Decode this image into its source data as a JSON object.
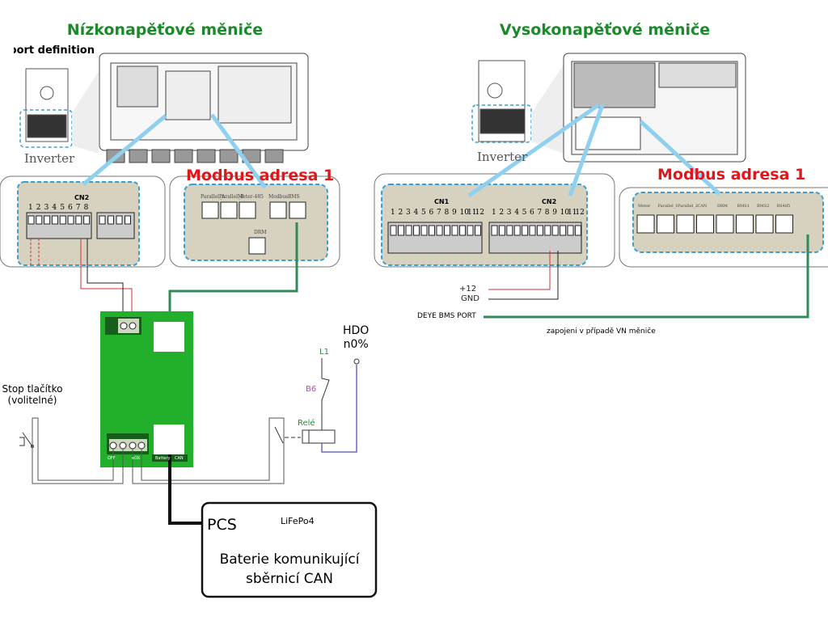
{
  "titles": {
    "low_voltage": "Nízkonapěťové měniče",
    "high_voltage": "Vysokonapěťové měniče"
  },
  "port_definition": "port definition",
  "inverter_label": "Inverter",
  "modbus_address": "Modbus adresa 1",
  "lv_panel": {
    "connector": "CN2",
    "pins": [
      "1",
      "2",
      "3",
      "4",
      "5",
      "6",
      "7",
      "8"
    ],
    "ports": [
      "Parallel_A",
      "Parallel_B",
      "Meter-485",
      "Modbus",
      "BMS"
    ],
    "drm": "DRM"
  },
  "hv_panel": {
    "cn1": "CN1",
    "cn2": "CN2",
    "pins": [
      "1",
      "2",
      "3",
      "4",
      "5",
      "6",
      "7",
      "8",
      "9",
      "10",
      "11",
      "12"
    ],
    "ports": [
      "Meter",
      "Parallel_1",
      "Parallel_2",
      "CAN",
      "DRM",
      "BMS1",
      "BMS2",
      "RS485"
    ]
  },
  "hv_wiring": {
    "plus12": "+12",
    "gnd": "GND",
    "bms_port": "DEYE BMS PORT",
    "note": "zapojeni v případě VN měniče"
  },
  "board": {
    "bottom_left": "OFF",
    "bottom_mid": "eOX",
    "battery": "Battery",
    "can": "CAN"
  },
  "stop_button": {
    "line1": "Stop tlačítko",
    "line2": "(volitelné)"
  },
  "relay": {
    "l1": "L1",
    "breaker": "B6",
    "relay": "Relé",
    "hdo_line1": "HDO",
    "hdo_line2": "n0%"
  },
  "battery": {
    "pcs": "PCS",
    "chem": "LiFePo4",
    "line1": "Baterie komunikující",
    "line2": "sběrnicí CAN"
  },
  "colors": {
    "title": "#1a8a2a",
    "modbus": "#e0161b",
    "green_wire": "#2e8b57",
    "board": "#22b02c",
    "panel": "#d6d2bf",
    "dash": "#3a9fd0",
    "arrow": "#8fd0ef"
  }
}
